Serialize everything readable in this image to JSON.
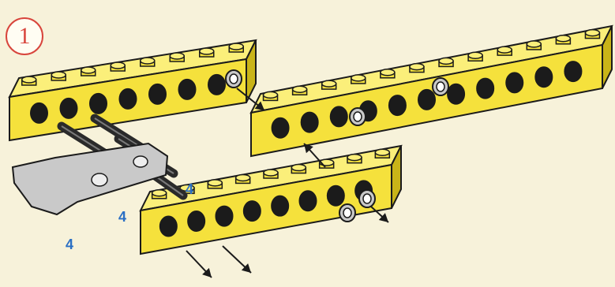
{
  "step": {
    "number": "1"
  },
  "quantities": [
    "4",
    "4",
    "4"
  ],
  "colors": {
    "brick": "#f5e13c",
    "brick_top": "#fbef7a",
    "brick_dark": "#c9b418",
    "outline": "#1b1b1b",
    "connector": "#c9c9c9",
    "axle": "#2a2a2a",
    "accent_red": "#d8453c",
    "accent_blue": "#2a6fc4"
  },
  "icons": [
    "step-number-badge",
    "technic-brick",
    "axle-connector",
    "technic-pin",
    "assembly-arrow"
  ]
}
